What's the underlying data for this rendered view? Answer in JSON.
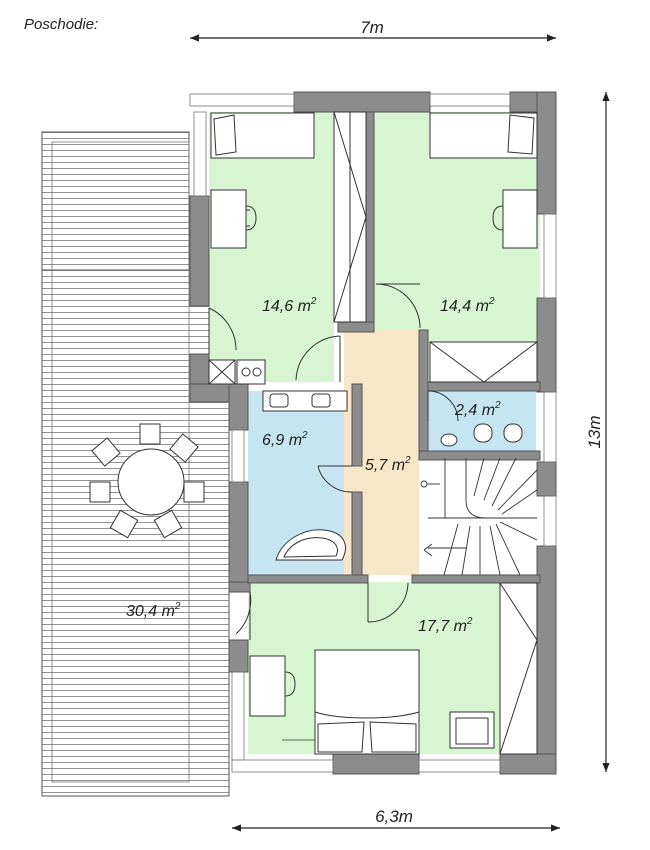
{
  "title": "Poschodie:",
  "dimensions": {
    "top": "7m",
    "bottom": "6,3m",
    "right": "13m"
  },
  "rooms": [
    {
      "id": "bedroom-1",
      "area": "14,6 m",
      "unit_exp": "2"
    },
    {
      "id": "bedroom-2",
      "area": "14,4 m",
      "unit_exp": "2"
    },
    {
      "id": "wc",
      "area": "2,4 m",
      "unit_exp": "2"
    },
    {
      "id": "bathroom",
      "area": "6,9 m",
      "unit_exp": "2"
    },
    {
      "id": "hallway",
      "area": "5,7 m",
      "unit_exp": "2"
    },
    {
      "id": "terrace",
      "area": "30,4 m",
      "unit_exp": "2"
    },
    {
      "id": "bedroom-3",
      "area": "17,7 m",
      "unit_exp": "2"
    }
  ],
  "colors": {
    "wall": "#8c8c8c",
    "wall_edge": "#555555",
    "room_green": "#d6f5d0",
    "room_blue": "#c6e5f2",
    "hallway": "#f7e6c8",
    "line": "#333333"
  }
}
